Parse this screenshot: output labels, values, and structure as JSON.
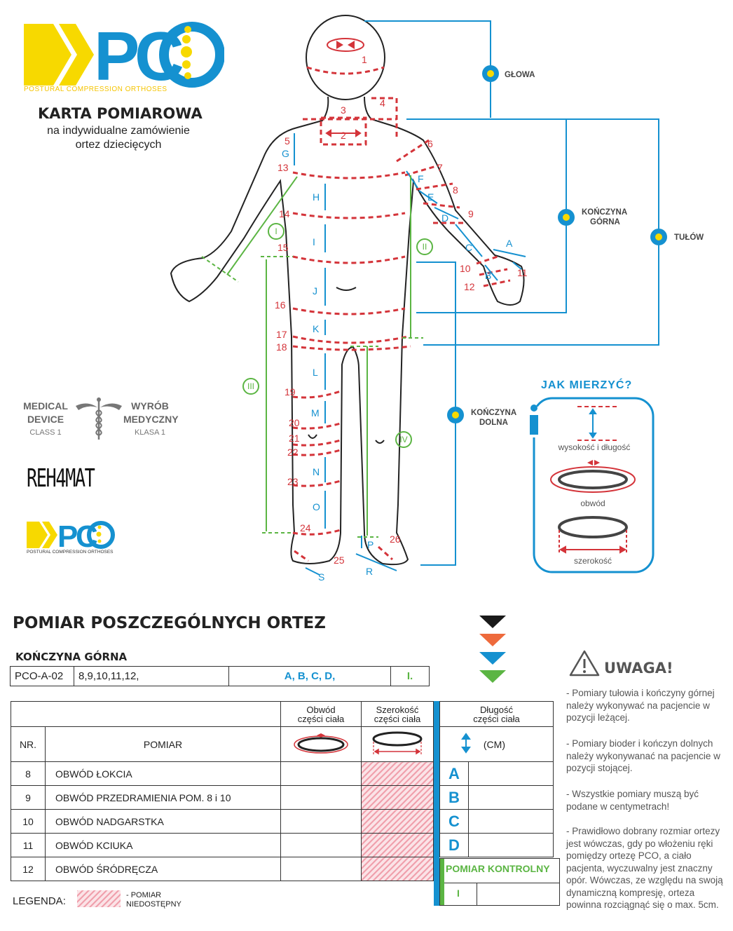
{
  "logo": {
    "name": "PCO",
    "tagline": "POSTURAL COMPRESSION ORTHOSES"
  },
  "card": {
    "title": "KARTA POMIAROWA",
    "subtitle_line1": "na indywidualne zamówienie",
    "subtitle_line2": "ortez dziecięcych"
  },
  "badges": {
    "medical_device_line1": "MEDICAL",
    "medical_device_line2": "DEVICE",
    "medical_device_class": "CLASS 1",
    "wyrob_line1": "WYRÓB",
    "wyrob_line2": "MEDYCZNY",
    "wyrob_class": "KLASA 1",
    "rehamat": "REH4MAT"
  },
  "diagram": {
    "sections": {
      "head": "GŁOWA",
      "upper_limb_line1": "KOŃCZYNA",
      "upper_limb_line2": "GÓRNA",
      "torso": "TUŁÓW",
      "lower_limb_line1": "KOŃCZYNA",
      "lower_limb_line2": "DOLNA"
    },
    "red_numbers": [
      "1",
      "2",
      "3",
      "4",
      "5",
      "6",
      "7",
      "8",
      "9",
      "10",
      "11",
      "12",
      "13",
      "14",
      "15",
      "16",
      "17",
      "18",
      "19",
      "20",
      "21",
      "22",
      "23",
      "24",
      "25",
      "26"
    ],
    "blue_letters": [
      "A",
      "B",
      "C",
      "D",
      "E",
      "F",
      "G",
      "H",
      "I",
      "J",
      "K",
      "L",
      "M",
      "N",
      "O",
      "P",
      "R",
      "S"
    ],
    "green_roman": [
      "I",
      "II",
      "III",
      "IV"
    ]
  },
  "howto": {
    "title": "JAK MIERZYĆ?",
    "height_length": "wysokość i długość",
    "circumference": "obwód",
    "width": "szerokość"
  },
  "section": {
    "title": "POMIAR POSZCZEGÓLNYCH ORTEZ",
    "subtitle": "KOŃCZYNA GÓRNA",
    "code": "PCO-A-02",
    "numbers": "8,9,10,11,12,",
    "letters": "A, B, C, D,",
    "roman": "I."
  },
  "arrow_colors": [
    "#1a1a1a",
    "#ee6a3c",
    "#1591d0",
    "#5bb543"
  ],
  "table": {
    "headers": {
      "nr": "NR.",
      "pomiar": "POMIAR",
      "obwod_line1": "Obwód",
      "obwod_line2": "części ciała",
      "szer_line1": "Szerokość",
      "szer_line2": "części ciała",
      "dl_line1": "Długość",
      "dl_line2": "części ciała",
      "cm": "(CM)"
    },
    "rows": [
      {
        "nr": "8",
        "label": "OBWÓD ŁOKCIA",
        "letter": "A"
      },
      {
        "nr": "9",
        "label": "OBWÓD PRZEDRAMIENIA POM. 8 i 10",
        "letter": "B"
      },
      {
        "nr": "10",
        "label": "OBWÓD NADGARSTKA",
        "letter": "C"
      },
      {
        "nr": "11",
        "label": "OBWÓD KCIUKA",
        "letter": "D"
      },
      {
        "nr": "12",
        "label": "OBWÓD ŚRÓDRĘCZA",
        "letter": ""
      }
    ],
    "control_label": "POMIAR KONTROLNY",
    "control_roman": "I"
  },
  "legend": {
    "label": "LEGENDA:",
    "text_line1": "- POMIAR",
    "text_line2": "NIEDOSTĘPNY"
  },
  "uwaga": {
    "title": "UWAGA!",
    "notes": [
      "- Pomiary tułowia i kończyny górnej należy wykonywać na pacjencie w pozycji leżącej.",
      "- Pomiary bioder i kończyn dolnych należy wykonywanać na pacjencie w pozycji stojącej.",
      "- Wszystkie pomiary muszą być podane w centymetrach!",
      "- Prawidłowo dobrany rozmiar ortezy jest wówczas, gdy po włożeniu ręki pomiędzy ortezę PCO, a ciało pacjenta, wyczuwalny jest znaczny opór. Wówczas, ze względu na swoją dynamiczną kompresję, orteza powinna rozciągnąć się o max. 5cm."
    ]
  }
}
